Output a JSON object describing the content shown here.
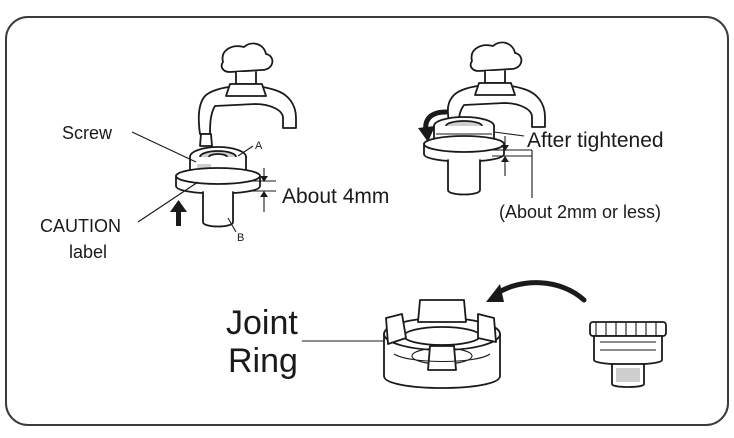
{
  "labels": {
    "screw": "Screw",
    "caution_line1": "CAUTION",
    "caution_line2": "label",
    "mark_a": "A",
    "mark_b": "B",
    "about_4mm": "About 4mm",
    "after_tightened": "After tightened",
    "about_2mm": "(About 2mm or less)",
    "joint_line1": "Joint",
    "joint_line2": "Ring"
  },
  "colors": {
    "ink": "#1a1a1a",
    "frame": "#3a3a3a",
    "shade": "#cfcfcf",
    "background": "#ffffff"
  },
  "icons": [
    "faucet-icon",
    "joint-ring-icon",
    "arrow-up-icon",
    "curved-arrow-icon"
  ]
}
